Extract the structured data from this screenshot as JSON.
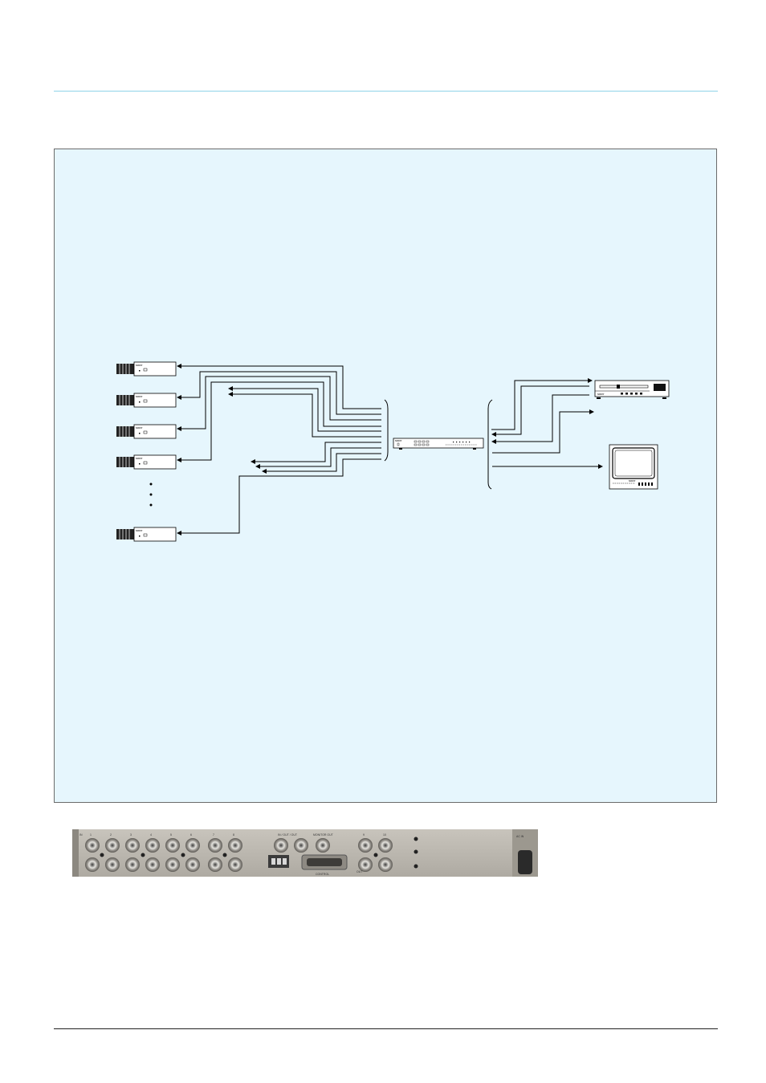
{
  "page": {
    "background": "#ffffff",
    "panel_background": "#e6f6fd",
    "rule_color_top": "#8fd3e8",
    "rule_color_bottom": "#222222"
  },
  "diagram": {
    "camera_brand": "SONY",
    "vcr_brand": "SONY",
    "monitor_brand": "SONY",
    "switcher_brand": "SONY",
    "ellipsis_dots": 3
  },
  "rear_panel": {
    "labels": [
      "IN",
      "1",
      "2",
      "3",
      "4",
      "5",
      "6",
      "7",
      "8",
      "IN / OUT / OUT",
      "MONITOR OUT",
      "9",
      "10",
      "AC IN",
      "CONTROL",
      "OUT"
    ]
  }
}
